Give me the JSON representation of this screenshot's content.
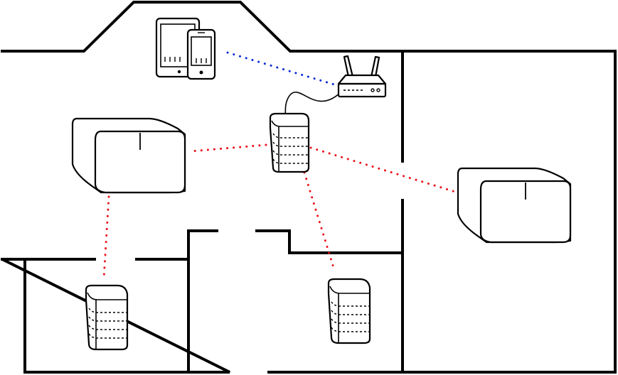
{
  "diagram": {
    "colors": {
      "wireless_client_link": "#0a2bd6",
      "mesh_link": "#e8141c",
      "walls": "#000000",
      "background": "#ffffff"
    },
    "devices": {
      "controller": "tablet-and-phone",
      "router": "wireless-router",
      "hub": "storage-tower",
      "speakers": [
        "wireless-speaker",
        "wireless-speaker"
      ],
      "satellites": [
        "storage-tower",
        "storage-tower"
      ]
    },
    "connections": [
      {
        "from": "tablet-and-phone",
        "to": "wireless-router",
        "type": "wireless",
        "color": "blue"
      },
      {
        "from": "wireless-router",
        "to": "storage-tower",
        "type": "cable"
      },
      {
        "from": "storage-tower",
        "to": "wireless-speaker",
        "type": "mesh",
        "color": "red"
      },
      {
        "from": "storage-tower",
        "to": "wireless-speaker",
        "type": "mesh",
        "color": "red"
      },
      {
        "from": "storage-tower",
        "to": "storage-tower",
        "type": "mesh",
        "color": "red"
      },
      {
        "from": "wireless-speaker",
        "to": "storage-tower",
        "type": "mesh",
        "color": "red"
      }
    ]
  }
}
